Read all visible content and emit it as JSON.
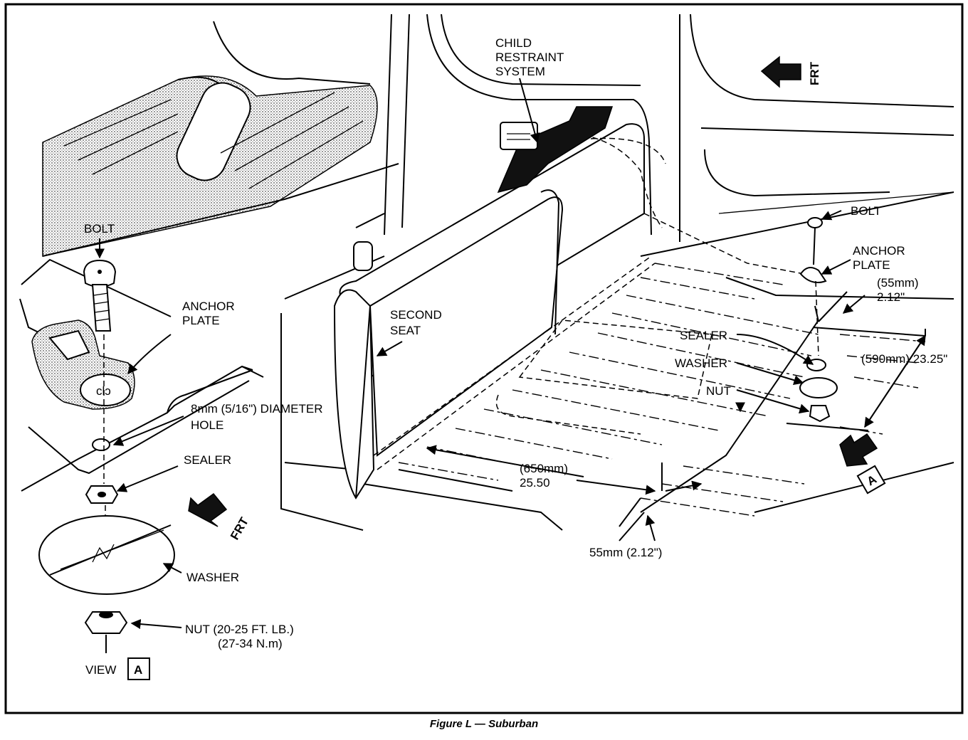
{
  "view_a": {
    "bolt": "BOLT",
    "anchor_plate_1": "ANCHOR",
    "anchor_plate_2": "PLATE",
    "hole_1": "8mm (5/16\") DIAMETER",
    "hole_2": "HOLE",
    "sealer": "SEALER",
    "washer": "WASHER",
    "nut_1": "NUT (20-25 FT. LB.)",
    "nut_2": "(27-34 N.m)",
    "frt": "FRT",
    "view": "VIEW",
    "view_letter": "A"
  },
  "main": {
    "child_1": "CHILD",
    "child_2": "RESTRAINT",
    "child_3": "SYSTEM",
    "second_seat_1": "SECOND",
    "second_seat_2": "SEAT",
    "frt": "FRT",
    "bolt": "BOLT",
    "anchor_plate_1": "ANCHOR",
    "anchor_plate_2": "PLATE",
    "dim_55_1": "(55mm)",
    "dim_55_2": "2.12\"",
    "dim_590": "(590mm) 23.25\"",
    "sealer": "SEALER",
    "washer": "WASHER",
    "nut": "NUT",
    "dim_650_1": "(650mm)",
    "dim_650_2": "25.50",
    "dim_55_bottom": "55mm (2.12\")",
    "view_letter": "A"
  },
  "caption": "Figure L — Suburban"
}
